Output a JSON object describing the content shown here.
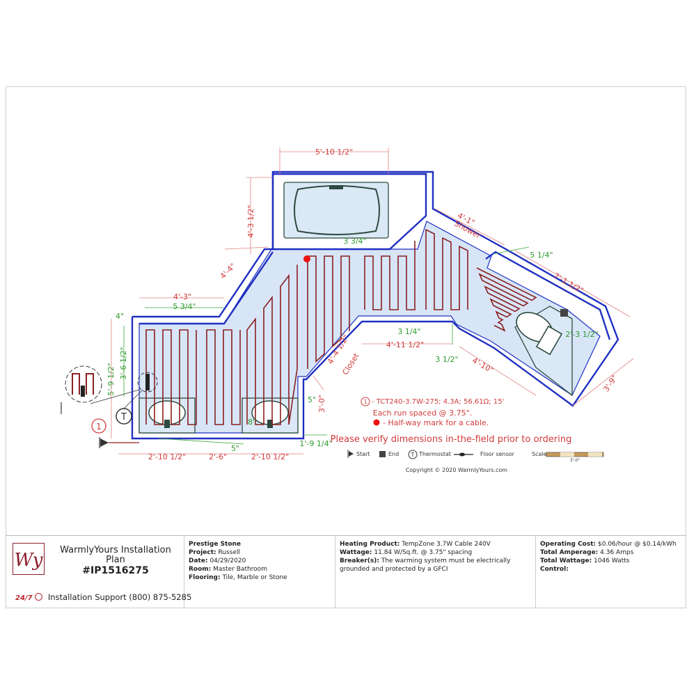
{
  "drawing": {
    "dimensions": {
      "tub_width": "5'-10 1/2\"",
      "tub_depth": "4'-3 1/2\"",
      "tub_gap": "3 3/4\"",
      "diag_upper": "4'-4\"",
      "left_top": "4'-3\"",
      "left_inner": "5 3/4\"",
      "left_4in": "4\"",
      "left_height": "5'-9 1/2\"",
      "left_inner_height": "3'-6 1/2\"",
      "shower_len": "4'-1\"",
      "shower_label": "Shower",
      "right_top_inner": "5 1/4\"",
      "right_diag": "7'-1 1/2\"",
      "right_inner": "2'-3 1/2\"",
      "right_end": "3'-9\"",
      "mid_inner": "3 1/4\"",
      "mid_width": "4'-11 1/2\"",
      "mid_inner2": "3 1/2\"",
      "right_lower": "4'-10\"",
      "closet_dim": "4'-4 1/2\"",
      "closet_label": "Closet",
      "closet_5in": "5\"",
      "closet_height": "3'-0\"",
      "vanity_8in": "8\"",
      "bottom_1": "2'-10 1/2\"",
      "bottom_2": "2'-6\"",
      "bottom_3": "2'-10 1/2\"",
      "bottom_5in": "5\"",
      "bottom_right": "1'-9 1/4\""
    },
    "markers": {
      "circuit_number": "1",
      "thermostat_symbol": "T"
    },
    "notes": {
      "cable_spec_num": "1",
      "cable_spec": " - TCT240-3.7W-275; 4.3A; 56.61Ω; 15'",
      "spacing": "Each run spaced @ 3.75\".",
      "halfway": "- Half-way mark for a cable.",
      "verify": "Please verify dimensions in-the-field prior to ordering"
    },
    "legend": {
      "start": "Start",
      "end": "End",
      "thermostat": "Thermostat",
      "thermostat_symbol": "T",
      "floor_sensor": "Floor sensor",
      "scale": "Scale",
      "scale_value": "3'-0\""
    },
    "copyright": "Copyright © 2020 WarmlyYours.com",
    "colors": {
      "wall": "#1f2fc2",
      "heated_area": "#d7e5f7",
      "cable": "#8a1f1f",
      "dimension_red": "#d23a3a",
      "dimension_green": "#2f9a2f"
    }
  },
  "titleblock": {
    "logo_text": "Wy",
    "plan_title": "WarmlyYours Installation Plan",
    "plan_id": "#IP1516275",
    "support_badge": "24/7",
    "support": "Installation Support (800) 875-5285",
    "project": {
      "company": "Prestige Stone",
      "project_label": "Project:",
      "project": "Russell",
      "date_label": "Date:",
      "date": "04/29/2020",
      "room_label": "Room:",
      "room": "Master Bathroom",
      "flooring_label": "Flooring:",
      "flooring": "Tile, Marble or Stone"
    },
    "heating": {
      "product_label": "Heating Product:",
      "product": "TempZone 3.7W Cable 240V",
      "wattage_label": "Wattage:",
      "wattage": "11.84 W/Sq.ft. @ 3.75\" spacing",
      "breaker_label": "Breaker(s):",
      "breaker_line1": "The warming system must be electrically",
      "breaker_line2": "grounded and protected by a GFCI"
    },
    "costs": {
      "operating_label": "Operating Cost:",
      "operating": "$0.06/hour @ $0.14/kWh",
      "amperage_label": "Total Amperage:",
      "amperage": "4.36 Amps",
      "total_wattage_label": "Total Wattage:",
      "total_wattage": "1046 Watts",
      "control_label": "Control:"
    }
  }
}
